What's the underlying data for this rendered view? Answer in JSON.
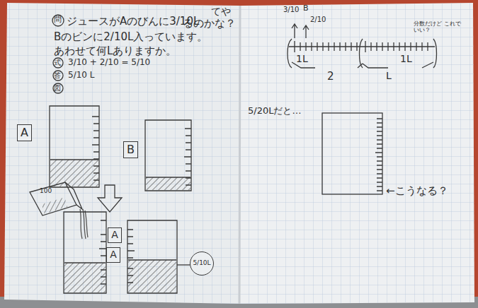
{
  "diagram": {
    "nodes": [
      {
        "text": [
          "A"
        ]
      },
      {
        "text": [
          "B"
        ]
      },
      {
        "text": [
          "A"
        ]
      },
      {
        "text": [
          "A"
        ]
      },
      {
        "text": [
          "5/10L"
        ]
      }
    ],
    "labels": [
      "てや",
      "るのかな？",
      "問",
      "ジュースがAのびんに3/10L",
      "Bのビンに2/10L入っています。",
      "あわせて何Lありますか。",
      "式",
      "3/10 + 2/10 = 5/10",
      "答",
      "5/10 L",
      "図",
      "100",
      "3/10",
      "B",
      "2/10",
      "1L",
      "2",
      "L",
      "1L",
      "分数だけど これでいい？",
      "5/20Lだと…",
      "←こうなる？"
    ]
  }
}
